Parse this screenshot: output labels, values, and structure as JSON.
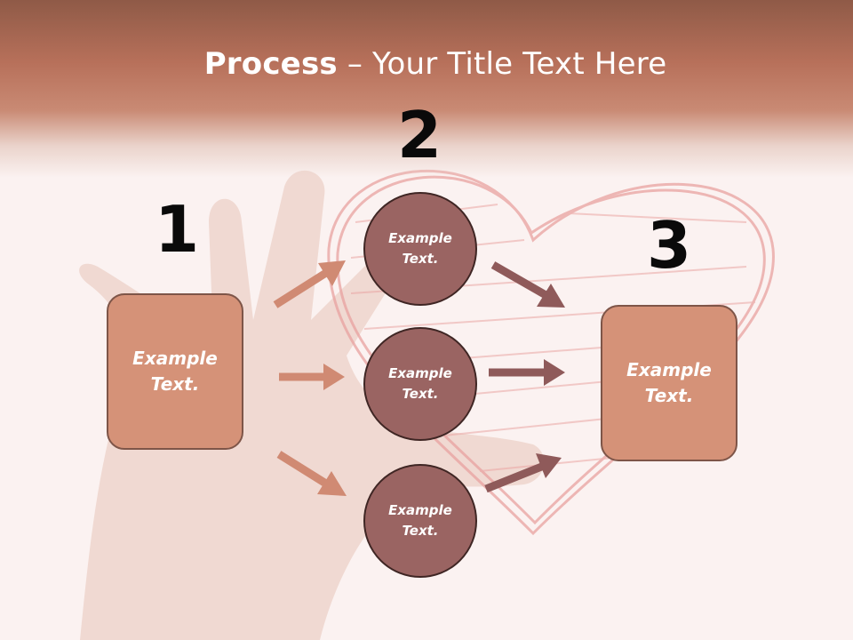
{
  "title": {
    "bold": "Process",
    "rest": " – Your Title Text Here"
  },
  "steps": {
    "one": {
      "number": "1",
      "label": "Example Text."
    },
    "two": {
      "number": "2",
      "items": [
        {
          "label": "Example Text."
        },
        {
          "label": "Example Text."
        },
        {
          "label": "Example Text."
        }
      ]
    },
    "three": {
      "number": "3",
      "label": "Example Text."
    }
  },
  "colors": {
    "header": "#b7705a",
    "box_fill": "#d59278",
    "circle_fill": "#9a6462",
    "arrow_light": "#d08a73",
    "arrow_dark": "#8f5a5a"
  }
}
